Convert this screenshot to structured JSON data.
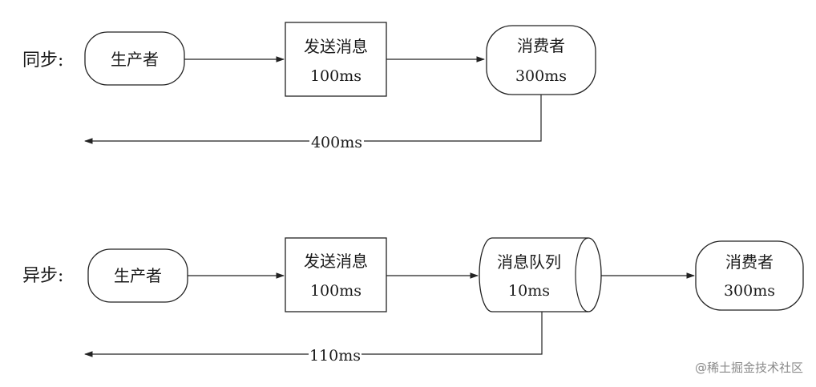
{
  "sync": {
    "label": "同步:",
    "producer": "生产者",
    "send": {
      "title": "发送消息",
      "time": "100ms"
    },
    "consumer": {
      "title": "消费者",
      "time": "300ms"
    },
    "total": "400ms"
  },
  "async": {
    "label": "异步:",
    "producer": "生产者",
    "send": {
      "title": "发送消息",
      "time": "100ms"
    },
    "queue": {
      "title": "消息队列",
      "time": "10ms"
    },
    "consumer": {
      "title": "消费者",
      "time": "300ms"
    },
    "total": "110ms"
  },
  "watermark": "@稀土掘金技术社区"
}
